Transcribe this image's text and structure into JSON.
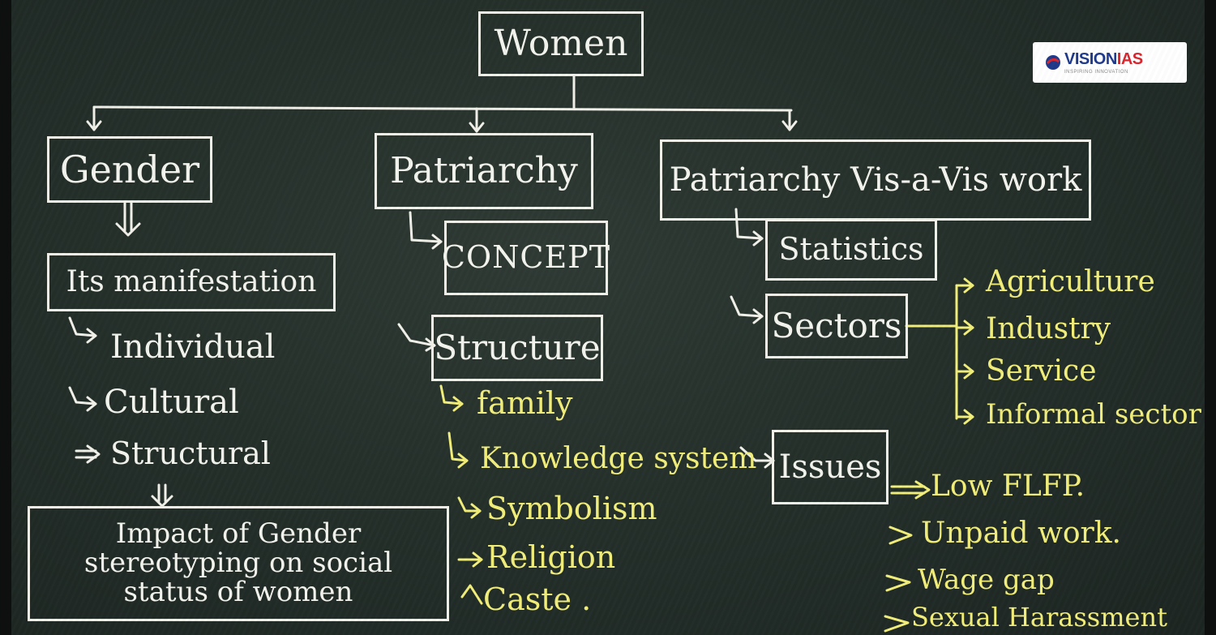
{
  "root": "Women",
  "gender": {
    "title": "Gender",
    "manifestation": "Its manifestation",
    "items": [
      "Individual",
      "Cultural",
      "Structural"
    ],
    "impact": "Impact of Gender stereotyping on social status of women"
  },
  "patriarchy": {
    "title": "Patriarchy",
    "concept": "CONCEPT",
    "structure": "Structure",
    "structure_items": [
      "family",
      "Knowledge system",
      "Symbolism",
      "Religion",
      "Caste ."
    ]
  },
  "work": {
    "title": "Patriarchy Vis-a-Vis work",
    "statistics": "Statistics",
    "sectors": "Sectors",
    "sector_items": [
      "Agriculture",
      "Industry",
      "Service",
      "Informal sector"
    ],
    "issues": "Issues",
    "issue_items": [
      "Low FLFP.",
      "Unpaid work.",
      "Wage gap",
      "Sexual Harassment"
    ]
  },
  "logo": {
    "brand": "VISION",
    "brand_accent": "IAS",
    "tagline": "INSPIRING INNOVATION"
  },
  "colors": {
    "board": "#25302b",
    "chalk_white": "#f4f4ee",
    "chalk_yellow": "#f1ee7a"
  }
}
